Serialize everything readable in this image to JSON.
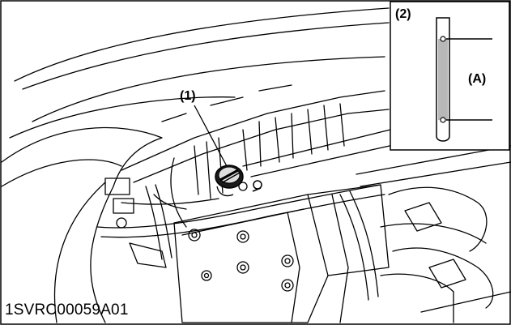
{
  "figure": {
    "callouts": {
      "part_1": "(1)",
      "part_2": "(2)",
      "level_range": "(A)"
    },
    "document_code": "1SVRC00059A01"
  }
}
